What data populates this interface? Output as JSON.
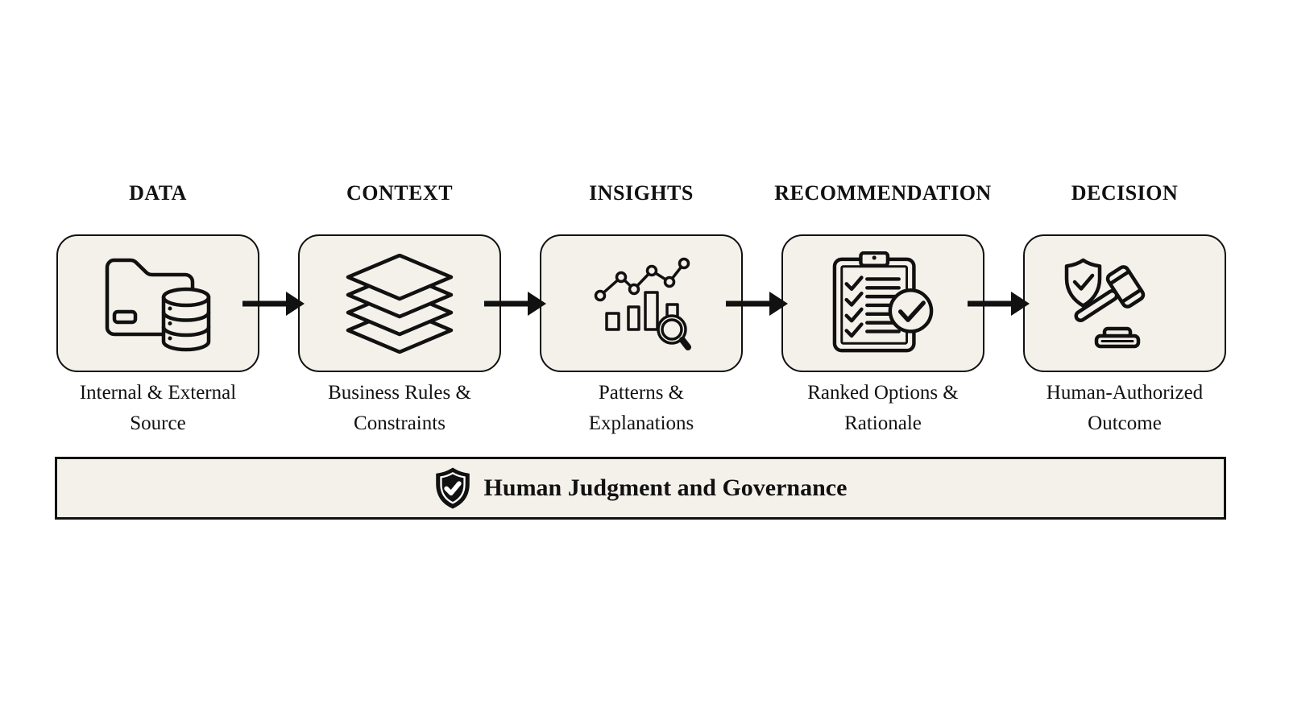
{
  "colors": {
    "background": "#ffffff",
    "box_fill": "#f4f1ea",
    "ink": "#111111"
  },
  "stages": [
    {
      "title": "DATA",
      "caption_line1": "Internal & External",
      "caption_line2": "Source",
      "icon": "folder-database-icon"
    },
    {
      "title": "CONTEXT",
      "caption_line1": "Business Rules &",
      "caption_line2": "Constraints",
      "icon": "layers-icon"
    },
    {
      "title": "INSIGHTS",
      "caption_line1": "Patterns &",
      "caption_line2": "Explanations",
      "icon": "chart-magnifier-icon"
    },
    {
      "title": "RECOMMENDATION",
      "caption_line1": "Ranked Options &",
      "caption_line2": "Rationale",
      "icon": "clipboard-check-icon"
    },
    {
      "title": "DECISION",
      "caption_line1": "Human-Authorized",
      "caption_line2": "Outcome",
      "icon": "shield-gavel-icon"
    }
  ],
  "flow": {
    "direction": "left-to-right",
    "arrow_count": 4
  },
  "governance_bar": {
    "label": "Human Judgment and Governance",
    "icon": "shield-check-icon"
  }
}
